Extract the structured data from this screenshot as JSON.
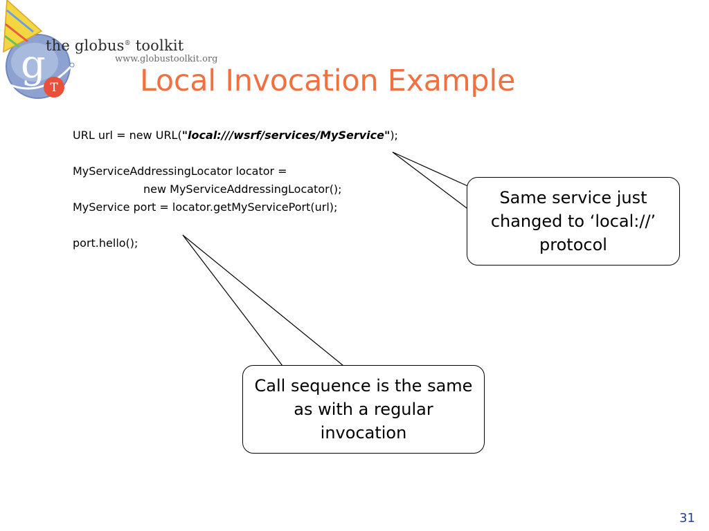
{
  "logo": {
    "name": "the globus",
    "registered": "®",
    "name_suffix": " toolkit",
    "url": "www.globustoolkit.org",
    "glyph_letter": "g",
    "badge_letter": "T",
    "colors": {
      "globe": "#7a90c8",
      "hat": "#f2d23a",
      "badge": "#e8503a"
    }
  },
  "title": "Local Invocation Example",
  "code": {
    "line1_prefix": "URL url = new URL(",
    "line1_literal": "\"local:///wsrf/services/MyService\"",
    "line1_suffix": ");",
    "line2": "MyServiceAddressingLocator locator =",
    "line3": "new MyServiceAddressingLocator();",
    "line4": "MyService port = locator.getMyServicePort(url);",
    "line5": "port.hello();"
  },
  "callouts": {
    "protocol": "Same service just changed to ‘local://’ protocol",
    "sequence": "Call sequence is the same as with a regular invocation"
  },
  "page_number": "31",
  "colors": {
    "title": "#f07040",
    "page_number": "#1f3f8f"
  }
}
